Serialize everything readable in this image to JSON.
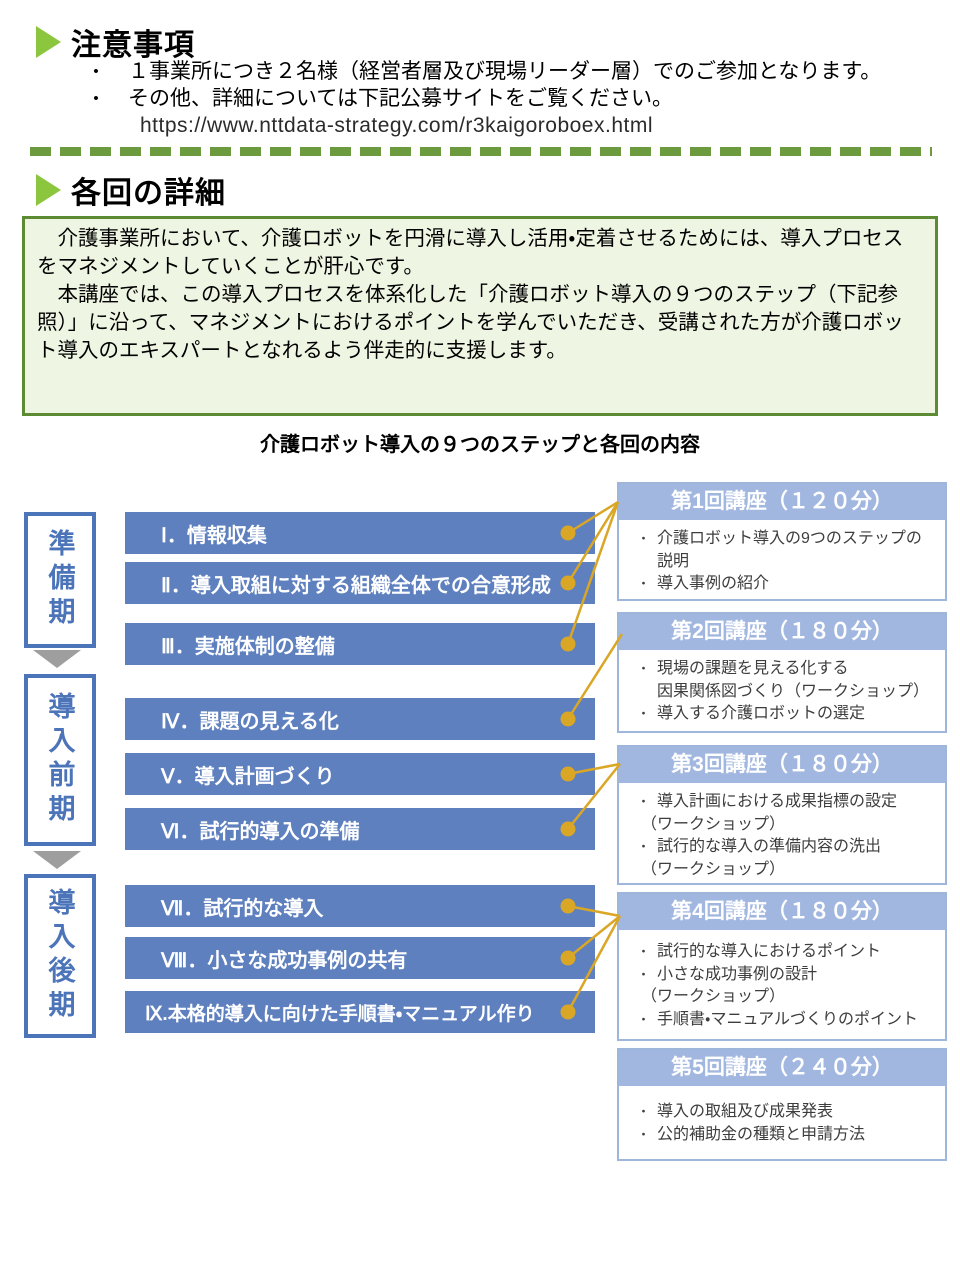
{
  "notice": {
    "title": "注意事項",
    "bullet_char": "•",
    "bullets": [
      "１事業所につき２名様（経営者層及び現場リーダー層）でのご参加となります。",
      "その他、詳細については下記公募サイトをご覧ください。"
    ],
    "url": "https://www.nttdata-strategy.com/r3kaigoroboex.html"
  },
  "details": {
    "title": "各回の詳細",
    "intro_p1": "　介護事業所において、介護ロボットを円滑に導入し活用・定着させるためには、導入プロセスをマネジメントしていくことが肝心です。",
    "intro_p2": "　本講座では、この導入プロセスを体系化した「介護ロボット導入の９つのステップ（下記参照）」に沿って、マネジメントにおけるポイントを学んでいただき、受講された方が介護ロボット導入のエキスパートとなれるよう伴走的に支援します。"
  },
  "diagram": {
    "title": "介護ロボット導入の９つのステップと各回の内容",
    "phases": [
      {
        "label": "準備期"
      },
      {
        "label": "導入前期"
      },
      {
        "label": "導入後期"
      }
    ],
    "steps": [
      {
        "label": "Ⅰ．情報収集"
      },
      {
        "label": "Ⅱ．導入取組に対する組織全体での合意形成"
      },
      {
        "label": "Ⅲ．実施体制の整備"
      },
      {
        "label": "Ⅳ．課題の見える化"
      },
      {
        "label": "Ⅴ．導入計画づくり"
      },
      {
        "label": "Ⅵ．試行的導入の準備"
      },
      {
        "label": "Ⅶ．試行的な導入"
      },
      {
        "label": "Ⅷ．小さな成功事例の共有"
      },
      {
        "label": "Ⅸ.本格的導入に向けた手順書・マニュアル作り"
      }
    ],
    "sessions": [
      {
        "title": "第1回講座（１２０分）",
        "lines": [
          {
            "m": "・",
            "t": "介護ロボット導入の9つのステップの"
          },
          {
            "m": "",
            "t": "説明"
          },
          {
            "m": "・",
            "t": "導入事例の紹介"
          }
        ]
      },
      {
        "title": "第2回講座（１８０分）",
        "lines": [
          {
            "m": "・",
            "t": "現場の課題を見える化する"
          },
          {
            "m": "",
            "t": "因果関係図づくり（ワークショップ）"
          },
          {
            "m": "・",
            "t": "導入する介護ロボットの選定"
          }
        ]
      },
      {
        "title": "第3回講座（１８０分）",
        "lines": [
          {
            "m": "・",
            "t": "導入計画における成果指標の設定"
          },
          {
            "m": "",
            "t": "（ワークショップ）"
          },
          {
            "m": "・",
            "t": "試行的な導入の準備内容の洗出"
          },
          {
            "m": "",
            "t": "（ワークショップ）"
          }
        ]
      },
      {
        "title": "第4回講座（１８０分）",
        "lines": [
          {
            "m": "・",
            "t": "試行的な導入におけるポイント"
          },
          {
            "m": "・",
            "t": "小さな成功事例の設計"
          },
          {
            "m": "",
            "t": "（ワークショップ）"
          },
          {
            "m": "・",
            "t": "手順書・マニュアルづくりのポイント"
          }
        ]
      },
      {
        "title": "第5回講座（２４０分）",
        "lines": [
          {
            "m": "・",
            "t": "導入の取組及び成果発表"
          },
          {
            "m": "・",
            "t": "公的補助金の種類と申請方法"
          }
        ]
      }
    ]
  },
  "colors": {
    "accent_green": "#8CC63F",
    "divider_green": "#6B9A3F",
    "intro_border_green": "#5C8B33",
    "intro_bg_green": "#EEF5E2",
    "bar_blue": "#5E80BF",
    "phase_blue": "#4C74B9",
    "session_header_blue": "#A2B7E0",
    "session_border_blue": "#9FB6DB",
    "connector_gold": "#D9A626",
    "arrow_gray": "#9E9E9E"
  }
}
